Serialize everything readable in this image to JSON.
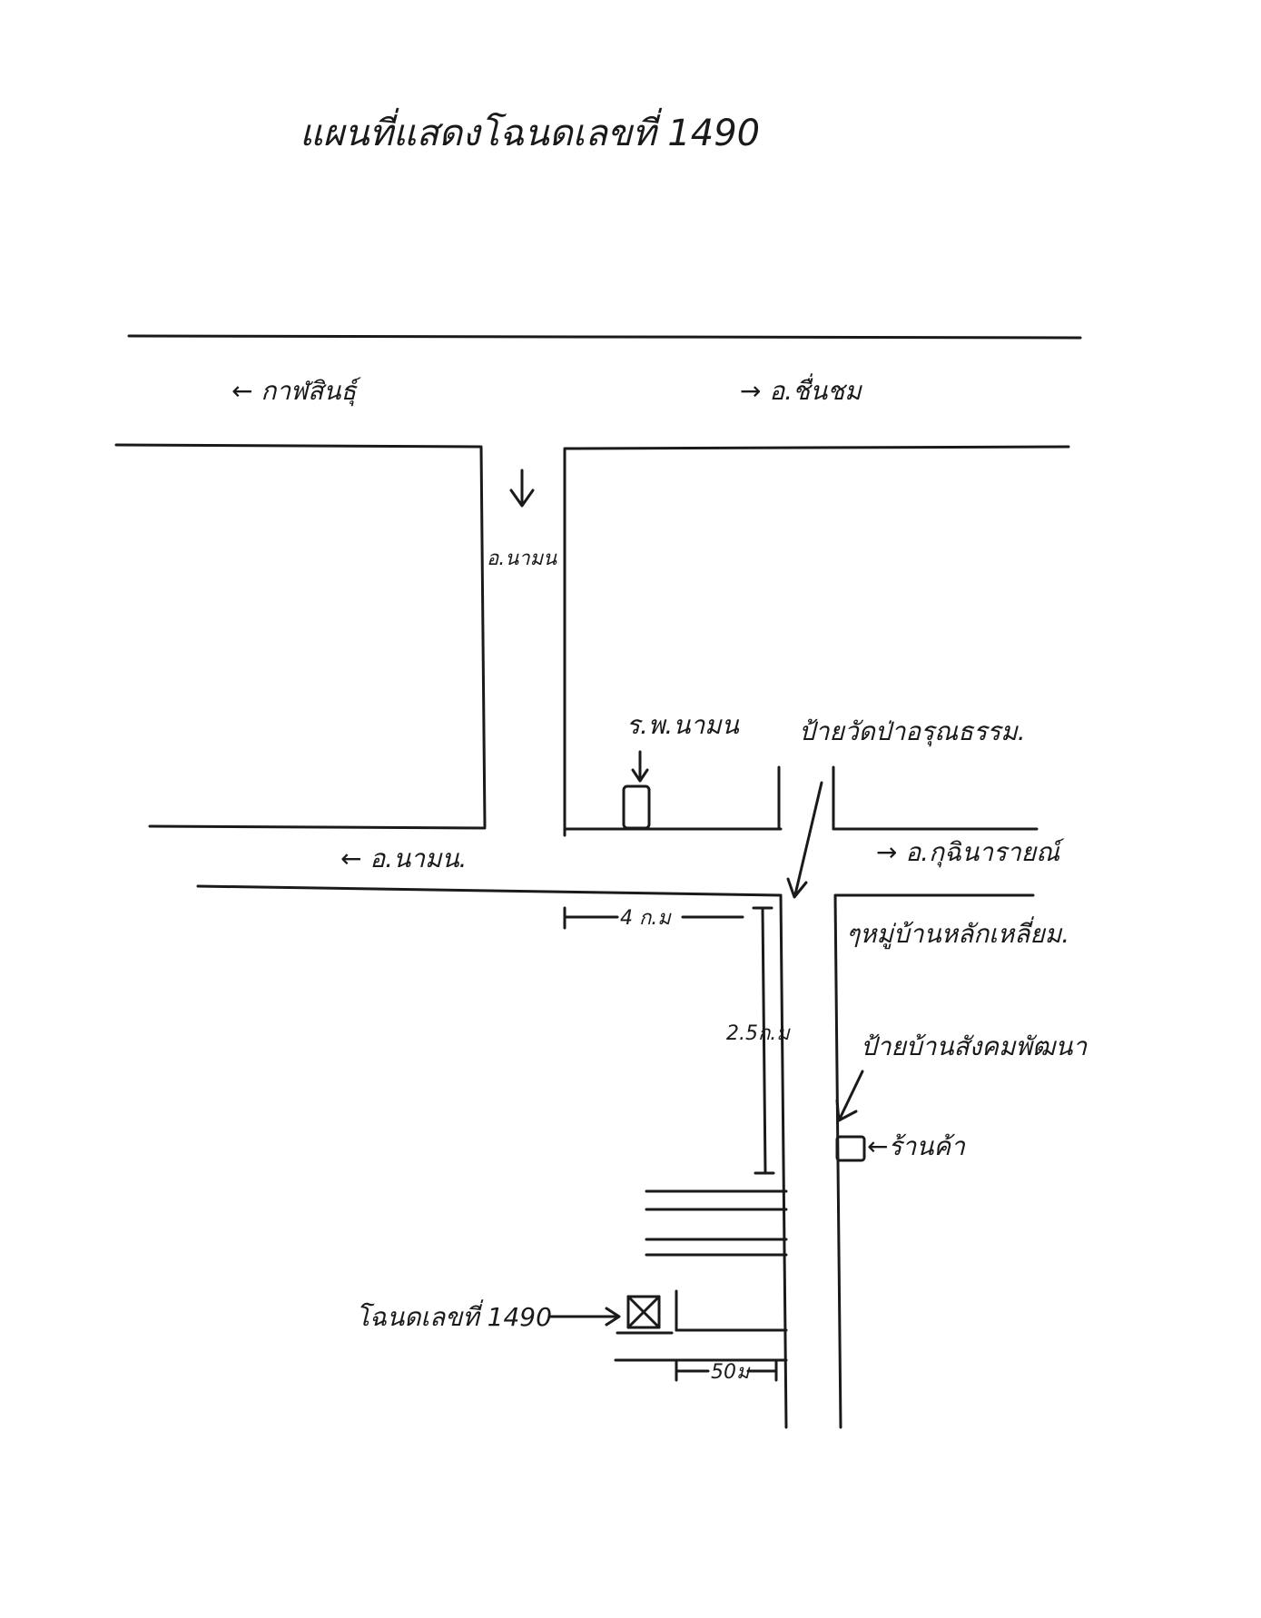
{
  "title": "แผนที่แสดงโฉนดเลขที่ 1490",
  "labels": {
    "kalasin": "← กาฬสินธุ์",
    "chiang_yuen": "→ อ.ชื่นชม",
    "na_mon_vertical": "อ.นามน",
    "hospital": "ร.พ.นามน",
    "temple_sign": "ป้ายวัดป่าอรุณธรรม.",
    "na_mon_road": "← อ.นามน.",
    "kuchinarai": "→ อ.กุฉินารายณ์",
    "village": "ๆหมู่บ้านหลักเหลี่ยม.",
    "dist_top": "4 ก.ม",
    "dist_side": "2.5ก.ม",
    "community_sign": "ป้ายบ้านสังคมพัฒนา",
    "shop": "←ร้านค้า",
    "deed": "โฉนดเลขที่ 1490",
    "dist_bottom": "50ม"
  },
  "colors": {
    "ink": "#1a1a1a",
    "paper": "#ffffff"
  }
}
